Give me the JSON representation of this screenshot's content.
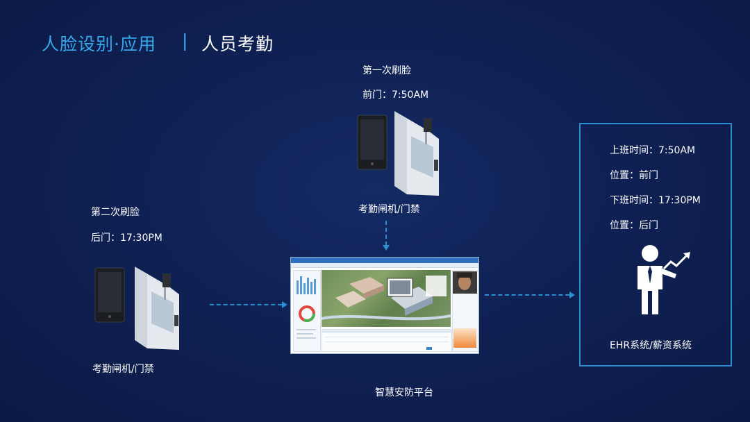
{
  "header": {
    "title_main": "人脸设别·应用",
    "separator": "|",
    "title_sub": "人员考勤"
  },
  "first_scan": {
    "label": "第一次刷脸",
    "detail": "前门：7:50AM",
    "device_caption": "考勤闸机/门禁"
  },
  "second_scan": {
    "label": "第二次刷脸",
    "detail": "后门：17:30PM",
    "device_caption": "考勤闸机/门禁"
  },
  "platform": {
    "caption": "智慧安防平台"
  },
  "hr_panel": {
    "lines": [
      "上班时间：7:50AM",
      "位置：前门",
      "下班时间：17:30PM",
      "位置：后门"
    ],
    "system_caption": "EHR系统/薪资系统"
  },
  "icons": {
    "gate": "turnstile-gate-icon",
    "terminal": "face-terminal-icon",
    "person": "presenter-person-icon",
    "trend": "trend-arrow-icon"
  },
  "colors": {
    "background": "#0f2154",
    "accent": "#36a9ec",
    "line": "#2a8fd0"
  }
}
